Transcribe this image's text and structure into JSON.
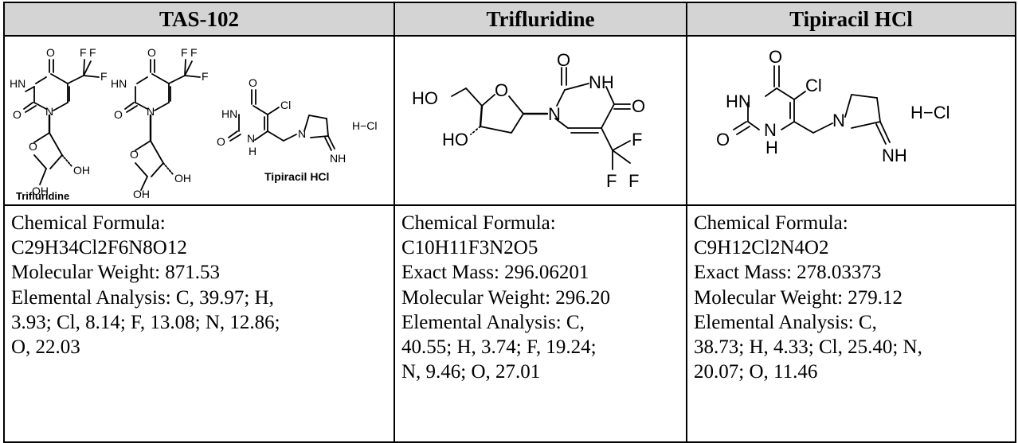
{
  "table": {
    "headers": [
      "TAS-102",
      "Trifluridine",
      "Tipiracil HCl"
    ],
    "struct_labels": {
      "tas_trifluridine": "Trifluridine",
      "tas_tipiracil": "Tipiracil HCl"
    },
    "columns": [
      {
        "formula_label": "Chemical Formula:",
        "formula": "C29H34Cl2F6N8O12",
        "details": [
          "Molecular Weight: 871.53",
          "Elemental Analysis: C, 39.97; H,",
          "3.93; Cl, 8.14; F, 13.08; N, 12.86;",
          "O, 22.03"
        ]
      },
      {
        "formula_label": "Chemical Formula:",
        "formula": "C10H11F3N2O5",
        "details": [
          "Exact Mass: 296.06201",
          "Molecular Weight: 296.20",
          "Elemental Analysis: C,",
          "40.55; H, 3.74; F, 19.24;",
          "N, 9.46; O, 27.01"
        ]
      },
      {
        "formula_label": "Chemical Formula:",
        "formula": "C9H12Cl2N4O2",
        "details": [
          "Exact Mass: 278.03373",
          "Molecular Weight: 279.12",
          "Elemental Analysis: C,",
          "38.73; H, 4.33; Cl, 25.40; N,",
          "20.07; O, 11.46"
        ]
      }
    ]
  },
  "atoms": {
    "O": "O",
    "N": "N",
    "NH": "NH",
    "HN": "HN",
    "H": "H",
    "F": "F",
    "Cl": "Cl",
    "HO": "HO",
    "OH": "OH",
    "HCl": "H−Cl"
  }
}
